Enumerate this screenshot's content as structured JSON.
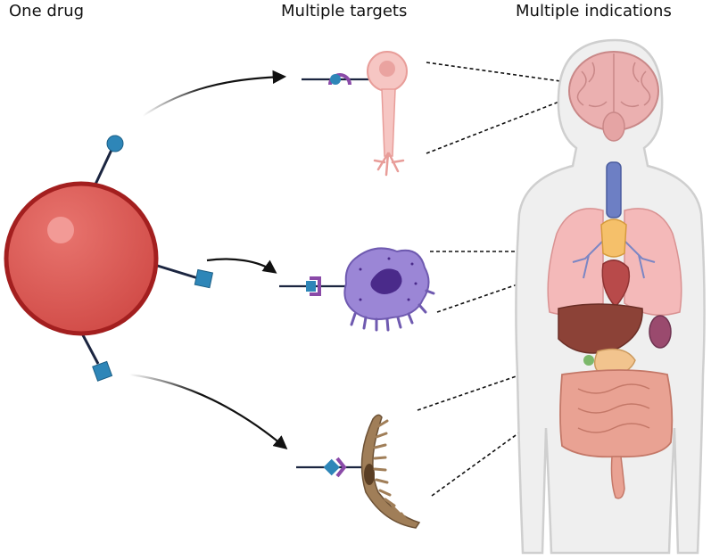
{
  "headings": {
    "one_drug": "One drug",
    "multiple_targets": "Multiple targets",
    "multiple_indications": "Multiple indications"
  },
  "colors": {
    "drug_fill": "#d9524f",
    "drug_outline": "#a31f1f",
    "ligand_blue": "#2e86b8",
    "receptor_purple": "#8a4aa8",
    "neuron": "#f4b8b5",
    "immune_cell": "#9b86d6",
    "muscle_fiber": "#9a7650",
    "body_outline": "#cfcfcf",
    "body_fill": "#efefef",
    "brain": "#e7a9a9",
    "lungs": "#f2b6b6",
    "liver": "#8c4237",
    "intestine": "#e59a8c"
  },
  "icons": [
    "drug-sphere-icon",
    "neuron-icon",
    "immune-cell-icon",
    "muscle-fiber-icon",
    "human-body-icon"
  ]
}
